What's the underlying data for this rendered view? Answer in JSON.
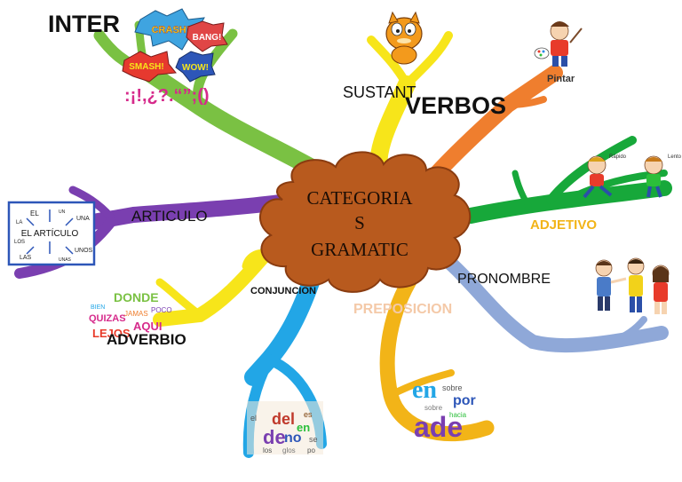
{
  "central": {
    "lines": [
      "CATEGORIA",
      "S",
      "GRAMATIC"
    ],
    "fill": "#b85a1e",
    "stroke": "#8a3c10"
  },
  "branches": {
    "interjecciones": {
      "label": "INTER",
      "color": "#7ac143"
    },
    "sustantivo": {
      "label": "SUSTANT",
      "color": "#f7e51a"
    },
    "verbos": {
      "label": "VERBOS",
      "color": "#ef7e2e"
    },
    "adjetivo": {
      "label": "ADJETIVO",
      "color": "#17a83a",
      "text_color": "#f2b418"
    },
    "pronombre": {
      "label": "PRONOMBRE",
      "color": "#8fa8d8"
    },
    "preposicion": {
      "label": "PREPOSICION",
      "color": "#f2b418",
      "text_color": "#f4c9a8"
    },
    "conjuncion": {
      "label": "CONJUNCION",
      "color": "#22a6e6"
    },
    "adverbio": {
      "label": "ADVERBIO",
      "color": "#f7e51a"
    },
    "articulo": {
      "label": "ARTICULO",
      "color": "#7a3fb0"
    }
  },
  "stickers": {
    "interjection_words": [
      "CRASH!",
      "BANG!",
      "SMASH!",
      "WOW!"
    ],
    "punctuation": ":¡!,¿?.“”;()",
    "pintar": "Pintar",
    "rapido": "Rápido",
    "lento": "Lento",
    "articulo_center": "EL ARTÍCULO",
    "articulo_words": [
      "EL",
      "LA",
      "LOS",
      "LAS",
      "UN",
      "UNA",
      "UNOS",
      "UNAS"
    ],
    "adverbio_words": [
      "DONDE",
      "QUIZAS",
      "JAMAS",
      "LEJOS",
      "AQUI",
      "POCO",
      "BIEN"
    ],
    "prep_words": [
      "en",
      "sobre",
      "por",
      "ade",
      "hacia"
    ],
    "conj_words": [
      "del",
      "de",
      "no",
      "el",
      "es",
      "en",
      "se",
      "los",
      "glos",
      "po"
    ]
  }
}
